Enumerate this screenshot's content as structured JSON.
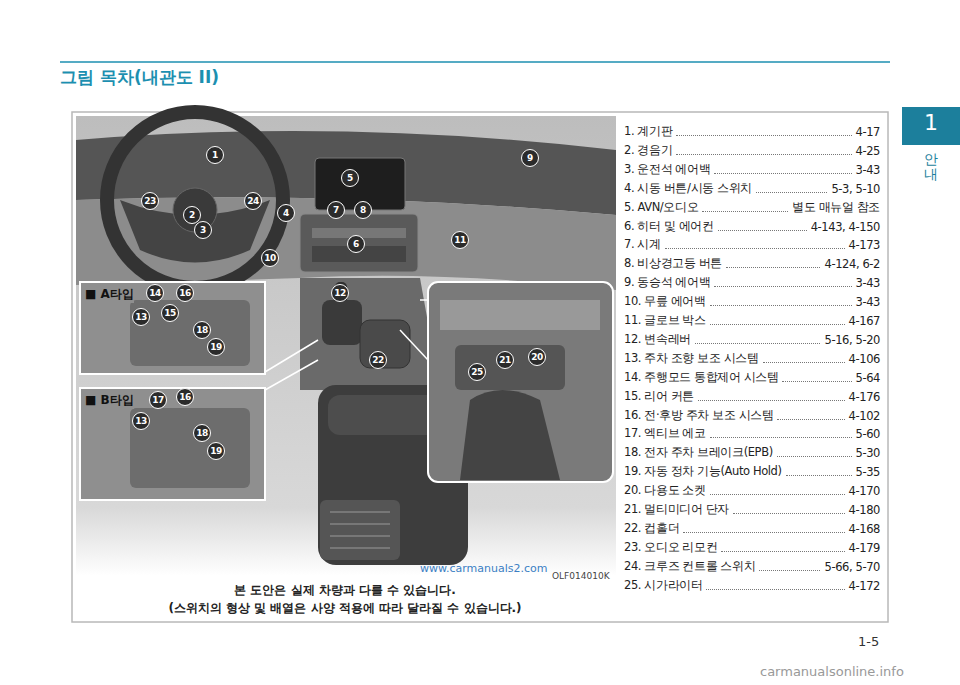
{
  "diagram": {
    "title": "그림 목차(내관도 II)",
    "labels": [
      "1",
      "9",
      "5",
      "23",
      "24",
      "4",
      "7",
      "8",
      "2",
      "3",
      "6",
      "11",
      "10",
      "12",
      "22",
      "■ A타입",
      "14",
      "16",
      "13",
      "15",
      "18",
      "19",
      "■ B타입",
      "17",
      "16",
      "13",
      "18",
      "19",
      "25",
      "21",
      "20",
      "1",
      "안내",
      "1. 계기판",
      "4-17",
      "2. 경음기",
      "4-25",
      "3. 운전석 에어백",
      "3-43",
      "4. 시동 버튼/시동 스위치",
      "5-3, 5-10",
      "5. AVN/오디오",
      "별도 매뉴얼 참조",
      "6. 히터 및 에어컨",
      "4-143, 4-150",
      "7. 시계",
      "4-173",
      "8. 비상경고등 버튼",
      "4-124, 6-2",
      "9. 동승석 에어백",
      "3-43",
      "10. 무릎 에어백",
      "3-43",
      "11. 글로브 박스",
      "4-167",
      "12. 변속레버",
      "5-16, 5-20",
      "13. 주차 조향 보조 시스템",
      "4-106",
      "14. 주행모드 통합제어 시스템",
      "5-64",
      "15. 리어 커튼",
      "4-176",
      "16. 전·후방 주차 보조 시스템",
      "4-102",
      "17. 엑티브 에코",
      "5-60",
      "18. 전자 주차 브레이크(EPB)",
      "5-30",
      "19. 자동 정차 기능(Auto Hold)",
      "5-35",
      "20. 다용도 소켓",
      "4-170",
      "21. 멀티미디어 단자",
      "4-180",
      "22. 컵홀더",
      "4-168",
      "23. 오디오 리모컨",
      "4-179",
      "24. 크루즈 컨트롤 스위치",
      "5-66, 5-70",
      "25. 시가라이터",
      "4-172",
      "OLF014010K",
      "본 도안은 실제 차량과 다를 수 있습니다.",
      "(스위치의 형상 및 배열은 사양 적용에 따라 달라질 수 있습니다.)",
      "www.carmanuals2.com",
      "1-5",
      "carmanualsonline.info"
    ]
  }
}
